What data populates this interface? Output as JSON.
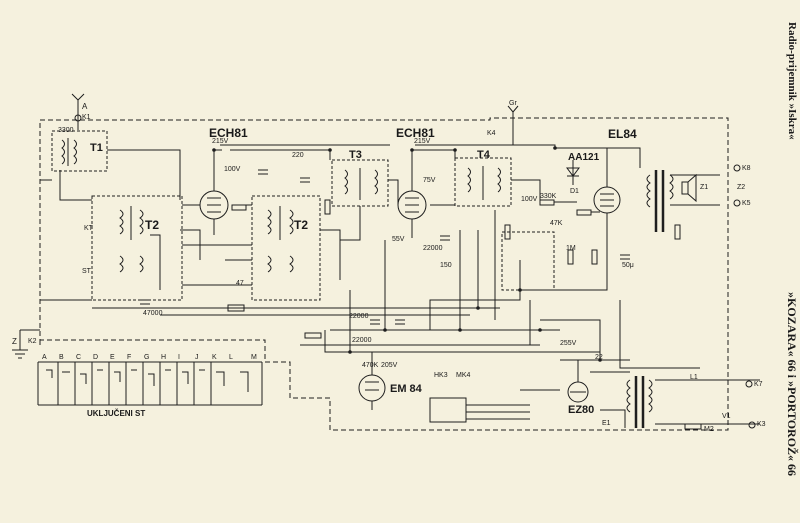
{
  "side_titles": {
    "top": "Radio-prijemnik »Iskra«",
    "bottom": "»KOZARA« 66 i »PORTOROŽ« 66"
  },
  "tubes": {
    "ech81_a": "ECH81",
    "ech81_b": "ECH81",
    "el84": "EL84",
    "aa121": "AA121",
    "em84": "EM 84",
    "ez80": "EZ80"
  },
  "transformers": {
    "t1": "T1",
    "t2a": "T2",
    "t2b": "T2",
    "t3": "T3",
    "t4": "T4"
  },
  "terminals": {
    "a": "A",
    "k1": "K1",
    "z": "Z",
    "k2": "K2",
    "gr": "Gr",
    "k3": "K3",
    "k4": "K4",
    "k5": "K5",
    "k7": "K7",
    "k8": "K8"
  },
  "switch_panel": {
    "letters": [
      "A",
      "B",
      "C",
      "D",
      "E",
      "F",
      "G",
      "H",
      "I",
      "J",
      "K",
      "L",
      "M"
    ],
    "caption": "UKLJUČENI ST"
  },
  "voltages": {
    "v215_a": "215V",
    "v100_a": "100V",
    "v215_b": "215V",
    "v75": "75V",
    "v100_b": "100V",
    "v55": "55V",
    "v205": "205V",
    "v255": "255V"
  },
  "values": {
    "c3300": "3300",
    "c220": "220",
    "c47": "47",
    "c22000_a": "22000",
    "c22000_b": "22000",
    "c22000_c": "22000",
    "r330k": "330K",
    "r47k": "47K",
    "r1m": "1M",
    "c50u": "50μ",
    "c47000": "47000",
    "c470k": "470K",
    "r22": "22",
    "c150": "150"
  },
  "misc_labels": {
    "kt": "KT",
    "st": "ST",
    "d1": "D1",
    "z1": "Z1",
    "z2": "Z2",
    "l1": "L1",
    "v1": "V1",
    "m2": "M2",
    "e1": "E1",
    "hk3": "HK3",
    "mk4": "MK4"
  }
}
